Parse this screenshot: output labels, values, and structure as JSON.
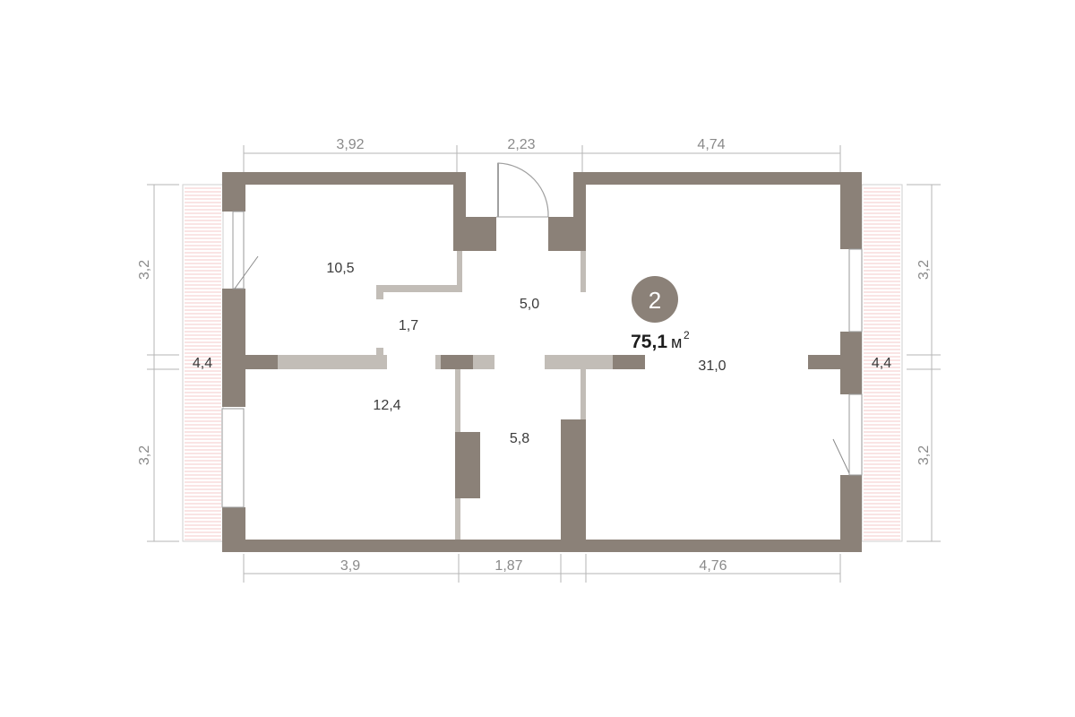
{
  "apartment": {
    "number": "2",
    "total_area": "75,1",
    "area_unit": "м",
    "area_unit_power": "2"
  },
  "rooms": [
    {
      "key": "bedroom_top_left",
      "area": "10,5"
    },
    {
      "key": "corridor",
      "area": "1,7"
    },
    {
      "key": "hall",
      "area": "5,0"
    },
    {
      "key": "bedroom_bottom_left",
      "area": "12,4"
    },
    {
      "key": "bathroom",
      "area": "5,8"
    },
    {
      "key": "living_room",
      "area": "31,0"
    }
  ],
  "dimensions": {
    "top": [
      "3,92",
      "2,23",
      "4,74"
    ],
    "bottom": [
      "3,9",
      "1,87",
      "4,76"
    ],
    "left": [
      "3,2",
      "3,2"
    ],
    "right": [
      "3,2",
      "3,2"
    ],
    "balcony_left": "4,4",
    "balcony_right": "4,4"
  },
  "colors": {
    "wall": "#8b8178",
    "partition": "#c2bdb7",
    "dimension_line": "#b5b5b5",
    "balcony_hatch": "#f2b8b8",
    "badge": "#8b8178"
  }
}
